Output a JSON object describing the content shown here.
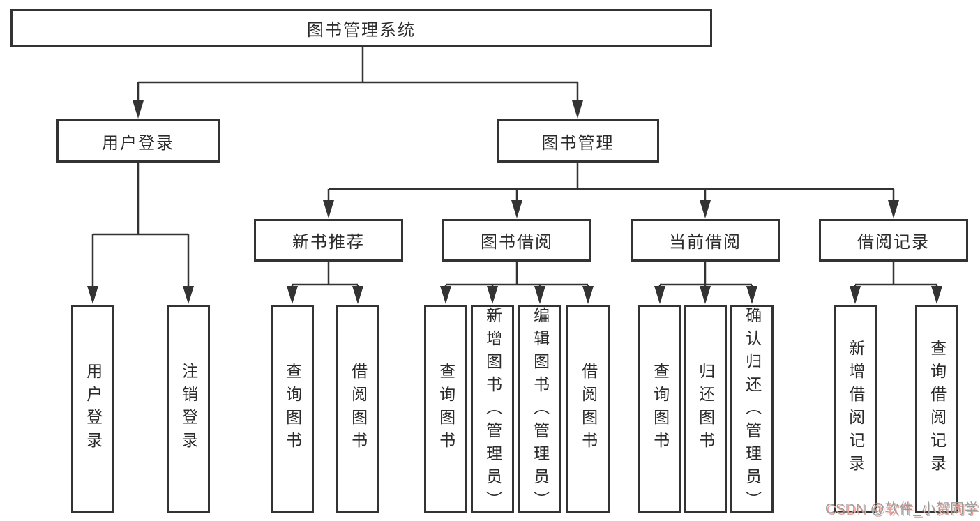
{
  "tree": {
    "root": {
      "label": "图书管理系统"
    },
    "branches": [
      {
        "label": "用户登录",
        "children": [
          {
            "label": "用户登录"
          },
          {
            "label": "注销登录"
          }
        ]
      },
      {
        "label": "图书管理",
        "children": [
          {
            "label": "新书推荐",
            "children": [
              {
                "label": "查询图书"
              },
              {
                "label": "借阅图书"
              }
            ]
          },
          {
            "label": "图书借阅",
            "children": [
              {
                "label": "查询图书"
              },
              {
                "label": "新增图书（管理员）"
              },
              {
                "label": "编辑图书（管理员）"
              },
              {
                "label": "借阅图书"
              }
            ]
          },
          {
            "label": "当前借阅",
            "children": [
              {
                "label": "查询图书"
              },
              {
                "label": "归还图书"
              },
              {
                "label": "确认归还（管理员）"
              }
            ]
          },
          {
            "label": "借阅记录",
            "children": [
              {
                "label": "新增借阅记录"
              },
              {
                "label": "查询借阅记录"
              }
            ]
          }
        ]
      }
    ]
  },
  "watermark": "CSDN @软件_小贺同学",
  "colors": {
    "line": "#333333",
    "text": "#2b2b2b",
    "box_bg": "#ffffff",
    "background": "#ffffff",
    "watermark_text": "#9c9c9c",
    "watermark_shadow": "#eda59a"
  }
}
